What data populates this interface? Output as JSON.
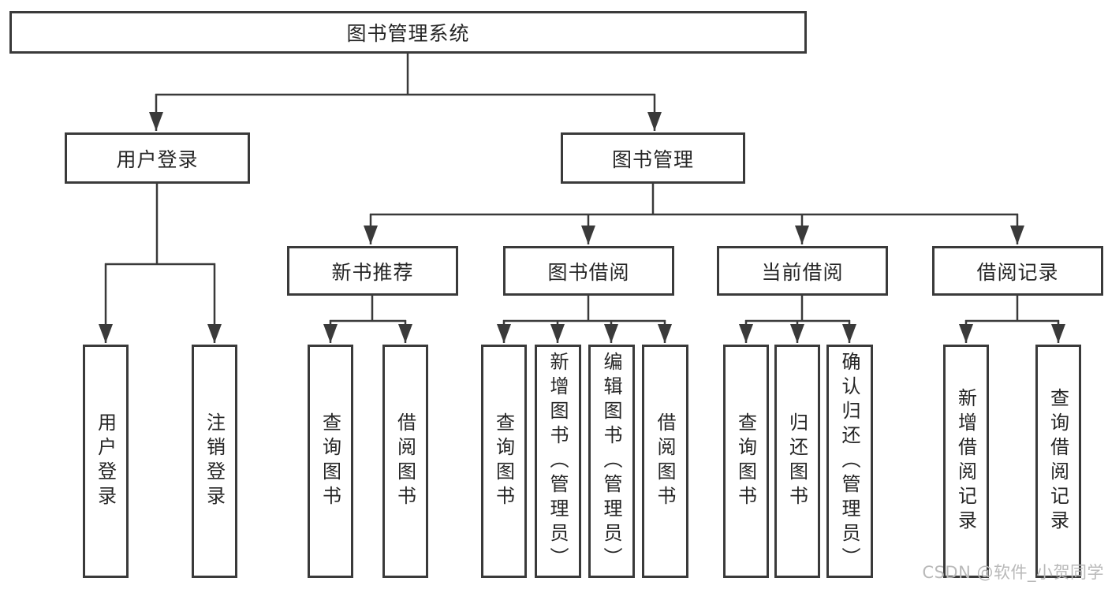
{
  "root": {
    "label": "图书管理系统"
  },
  "branches": [
    {
      "label": "用户登录",
      "children": [
        {
          "label": "用户登录"
        },
        {
          "label": "注销登录"
        }
      ]
    },
    {
      "label": "图书管理",
      "children": [
        {
          "label": "新书推荐",
          "children": [
            {
              "label": "查询图书"
            },
            {
              "label": "借阅图书"
            }
          ]
        },
        {
          "label": "图书借阅",
          "children": [
            {
              "label": "查询图书"
            },
            {
              "label": "新增图书（管理员）"
            },
            {
              "label": "编辑图书（管理员）"
            },
            {
              "label": "借阅图书"
            }
          ]
        },
        {
          "label": "当前借阅",
          "children": [
            {
              "label": "查询图书"
            },
            {
              "label": "归还图书"
            },
            {
              "label": "确认归还（管理员）"
            }
          ]
        },
        {
          "label": "借阅记录",
          "children": [
            {
              "label": "新增借阅记录"
            },
            {
              "label": "查询借阅记录"
            }
          ]
        }
      ]
    }
  ],
  "watermark": {
    "text": "CSDN @软件_小贺同学"
  },
  "colors": {
    "line": "#3a3a3a",
    "text": "#262626",
    "watermark": "#b9b9b9",
    "background": "#ffffff"
  }
}
